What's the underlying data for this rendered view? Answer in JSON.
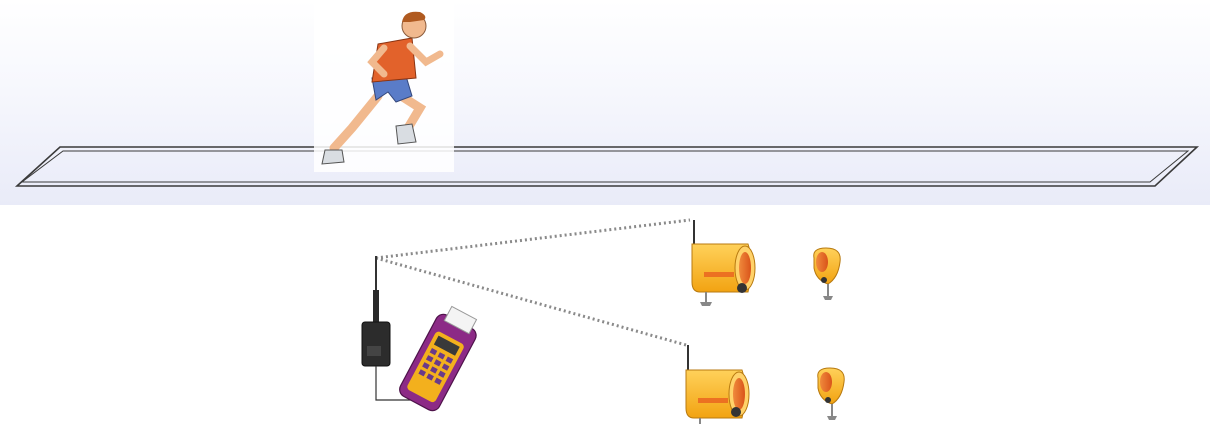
{
  "scene": {
    "colors": {
      "background_band": "#eceef9",
      "track_line": "#3a3a3a",
      "sensor_body": "#f7b21c",
      "sensor_lens": "#e8601f",
      "handheld_body": "#8c2a86",
      "handheld_panel": "#f3b01d",
      "receiver_body": "#2c2c2c",
      "signal_dots": "#8a8a8a",
      "runner_shirt": "#e2622b",
      "runner_shorts": "#5a7cc8",
      "runner_skin": "#f1b98e",
      "runner_hair": "#b05a20"
    },
    "icons": {
      "runner": "runner-figure",
      "track": "running-track",
      "receiver": "antenna-receiver",
      "handheld": "handheld-timer-printer",
      "gate_sensor": "photocell-sensor",
      "reflector": "reflector"
    }
  }
}
